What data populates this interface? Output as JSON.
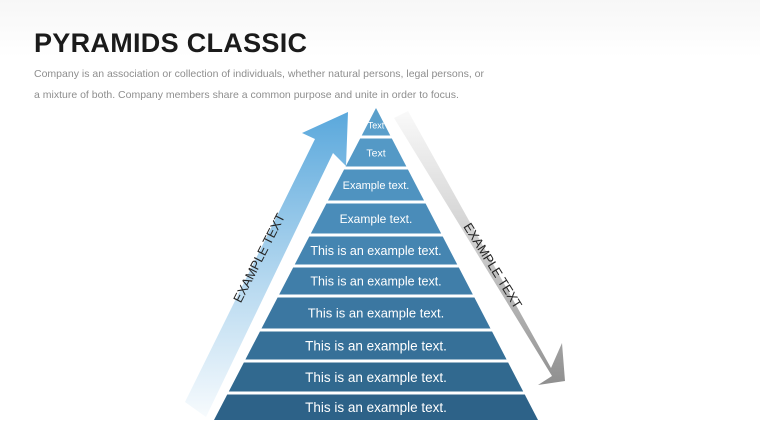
{
  "header": {
    "title": "PYRAMIDS CLASSIC",
    "description": "Company is an association or collection of individuals, whether natural persons, legal persons, or a mixture of both. Company members share a common purpose and unite in order to focus."
  },
  "diagram": {
    "levels": [
      {
        "label": "Text",
        "color": "#5a9fcb"
      },
      {
        "label": "Text",
        "color": "#5499c6"
      },
      {
        "label": "Example text.",
        "color": "#4f93c0"
      },
      {
        "label": "Example text.",
        "color": "#4a8cb9"
      },
      {
        "label": "This is an example text.",
        "color": "#4585b1"
      },
      {
        "label": "This is an example text.",
        "color": "#407ea9"
      },
      {
        "label": "This is an example text.",
        "color": "#3b77a1"
      },
      {
        "label": "This is an example text.",
        "color": "#367098"
      },
      {
        "label": "This is an example text.",
        "color": "#31698f"
      },
      {
        "label": "This is an example text.",
        "color": "#2d6288"
      }
    ],
    "left_arrow": {
      "label": "EXAMPLE TEXT",
      "color": "#5aa8dc"
    },
    "right_arrow": {
      "label": "EXAMPLE TEXT",
      "color": "#8f8f8f"
    }
  }
}
